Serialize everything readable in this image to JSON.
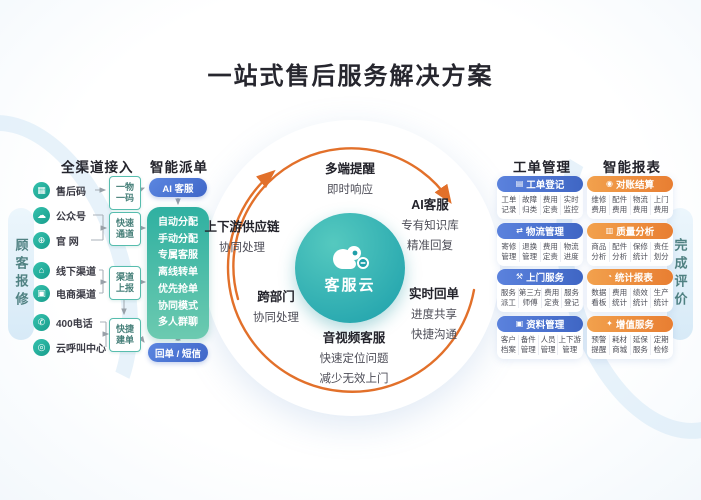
{
  "title": "一站式售后服务解决方案",
  "side_labels": {
    "left": "顾客报修",
    "right": "完成评价"
  },
  "channels": {
    "header": "全渠道接入",
    "items": [
      {
        "label": "售后码",
        "glyph": "▦"
      },
      {
        "label": "公众号",
        "glyph": "☁"
      },
      {
        "label": "官 网",
        "glyph": "⊕"
      },
      {
        "label": "线下渠道",
        "glyph": "⌂"
      },
      {
        "label": "电商渠道",
        "glyph": "▣"
      },
      {
        "label": "400电话",
        "glyph": "✆"
      },
      {
        "label": "云呼叫中心",
        "glyph": "◎"
      }
    ],
    "bridges": [
      [
        "一物",
        "一码"
      ],
      [
        "快速",
        "通道"
      ],
      [
        "渠道",
        "上报"
      ],
      [
        "快捷",
        "建单"
      ]
    ]
  },
  "dispatch": {
    "header": "智能派单",
    "top_pill": "AI 客服",
    "modes": [
      "自动分配",
      "手动分配",
      "专属客服",
      "离线转单",
      "优先抢单",
      "协同模式",
      "多人群聊"
    ],
    "bottom_pill": "回单 / 短信"
  },
  "hub": {
    "center_label": "客服云",
    "features": [
      {
        "title": "多端提醒",
        "lines": [
          "即时响应"
        ]
      },
      {
        "title": "上下游供应链",
        "lines": [
          "协同处理"
        ]
      },
      {
        "title": "AI客服",
        "lines": [
          "专有知识库",
          "精准回复"
        ]
      },
      {
        "title": "跨部门",
        "lines": [
          "协同处理"
        ]
      },
      {
        "title": "实时回单",
        "lines": [
          "进度共享",
          "快捷沟通"
        ]
      },
      {
        "title": "音视频客服",
        "lines": [
          "快速定位问题",
          "减少无效上门"
        ]
      }
    ]
  },
  "work_orders": {
    "header": "工单管理",
    "groups": [
      {
        "title": "工单登记",
        "glyph": "▤",
        "items": [
          [
            "工单",
            "记录"
          ],
          [
            "故障",
            "归类"
          ],
          [
            "费用",
            "定责"
          ],
          [
            "实时",
            "监控"
          ]
        ]
      },
      {
        "title": "物流管理",
        "glyph": "⇄",
        "items": [
          [
            "寄修",
            "管理"
          ],
          [
            "退换",
            "管理"
          ],
          [
            "费用",
            "定责"
          ],
          [
            "物流",
            "进度"
          ]
        ]
      },
      {
        "title": "上门服务",
        "glyph": "⚒",
        "items": [
          [
            "服务",
            "派工"
          ],
          [
            "第三方",
            "师傅"
          ],
          [
            "费用",
            "定责"
          ],
          [
            "服务",
            "登记"
          ]
        ]
      },
      {
        "title": "资料管理",
        "glyph": "▣",
        "items": [
          [
            "客户",
            "档案"
          ],
          [
            "备件",
            "管理"
          ],
          [
            "人员",
            "管理"
          ],
          [
            "上下游",
            "管理"
          ]
        ]
      }
    ]
  },
  "reports": {
    "header": "智能报表",
    "groups": [
      {
        "title": "对账结算",
        "glyph": "◉",
        "items": [
          [
            "维修",
            "费用"
          ],
          [
            "配件",
            "费用"
          ],
          [
            "物流",
            "费用"
          ],
          [
            "上门",
            "费用"
          ]
        ]
      },
      {
        "title": "质量分析",
        "glyph": "▥",
        "items": [
          [
            "商品",
            "分析"
          ],
          [
            "配件",
            "分析"
          ],
          [
            "保修",
            "统计"
          ],
          [
            "责任",
            "划分"
          ]
        ]
      },
      {
        "title": "统计报表",
        "glyph": "◔",
        "items": [
          [
            "数据",
            "看板"
          ],
          [
            "费用",
            "统计"
          ],
          [
            "绩效",
            "统计"
          ],
          [
            "生产",
            "统计"
          ]
        ]
      },
      {
        "title": "增值服务",
        "glyph": "✦",
        "items": [
          [
            "预警",
            "提醒"
          ],
          [
            "耗材",
            "商城"
          ],
          [
            "延保",
            "服务"
          ],
          [
            "定期",
            "检修"
          ]
        ]
      }
    ]
  },
  "colors": {
    "teal": "#2ab5a5",
    "blue": "#4a74d4",
    "orange": "#ee8c3c",
    "arc_orange": "#e2702a"
  }
}
